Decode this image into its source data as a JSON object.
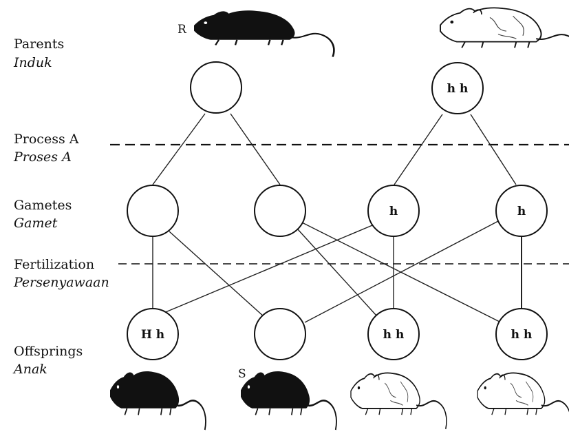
{
  "labels": {
    "parents": "Parents",
    "parents_local": "Induk",
    "process": "Process A",
    "process_local": "Proses A",
    "gametes": "Gametes",
    "gametes_local": "Gamet",
    "fertilization": "Fertilization",
    "fertilization_local": "Persenyawaan",
    "offsprings": "Offsprings",
    "offsprings_local": "Anak"
  },
  "markers": {
    "parent_black": "R",
    "offspring_black": "S"
  },
  "parents": [
    {
      "genotype": "",
      "color": "black"
    },
    {
      "genotype": "h h",
      "color": "white"
    }
  ],
  "gametes": [
    {
      "genotype": ""
    },
    {
      "genotype": ""
    },
    {
      "genotype": "h"
    },
    {
      "genotype": "h"
    }
  ],
  "offspring": [
    {
      "genotype": "H h",
      "color": "black"
    },
    {
      "genotype": "",
      "color": "black"
    },
    {
      "genotype": "h h",
      "color": "white"
    },
    {
      "genotype": "h h",
      "color": "white"
    }
  ]
}
